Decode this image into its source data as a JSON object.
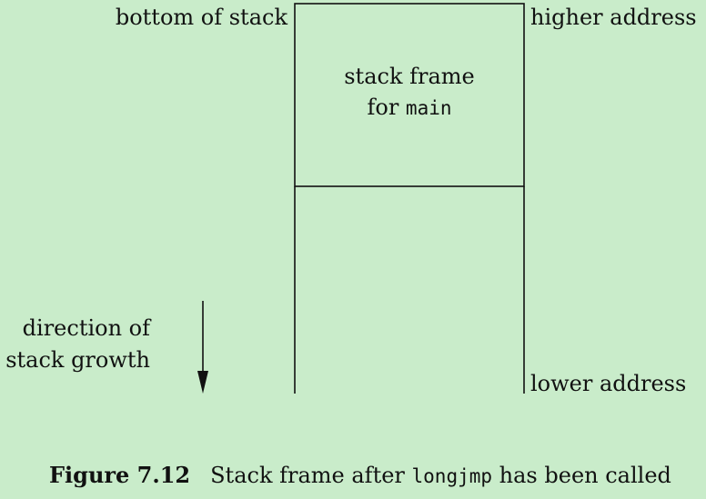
{
  "labels": {
    "bottom_of_stack": "bottom of stack",
    "higher_address": "higher address",
    "lower_address": "lower address",
    "direction_line1": "direction of",
    "direction_line2": "stack growth"
  },
  "frame": {
    "line1": "stack frame",
    "line2_prefix": "for ",
    "line2_code": "main"
  },
  "caption": {
    "figure": "Figure 7.12",
    "text_before": "Stack frame after ",
    "code": "longjmp",
    "text_after": " has been called"
  }
}
